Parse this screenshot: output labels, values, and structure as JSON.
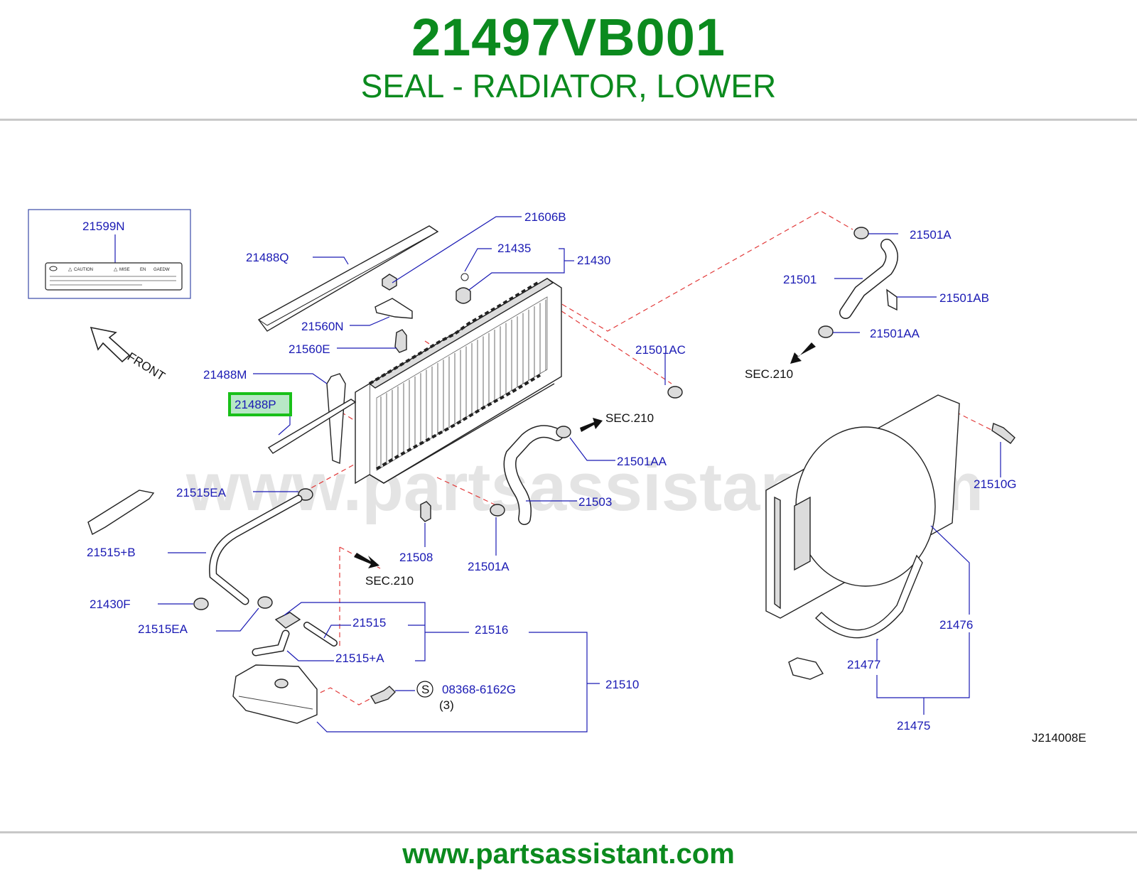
{
  "header": {
    "part_number": "21497VB001",
    "description": "SEAL - RADIATOR, LOWER"
  },
  "footer": {
    "url": "www.partsassistant.com"
  },
  "watermark": "www.partsassistant.com",
  "diagram": {
    "drawing_code": "J214008E",
    "highlighted_part": "21488P",
    "front_label": "FRONT",
    "sec_label": "SEC.210",
    "labels": {
      "p21599N": "21599N",
      "p21488Q": "21488Q",
      "p21606B": "21606B",
      "p21435": "21435",
      "p21430": "21430",
      "p21560N": "21560N",
      "p21560E": "21560E",
      "p21488M": "21488M",
      "p21488P": "21488P",
      "p21501A_top": "21501A",
      "p21501": "21501",
      "p21501AB": "21501AB",
      "p21501AA_top": "21501AA",
      "p21501AC": "21501AC",
      "p21501AA_mid": "21501AA",
      "p21515EA_top": "21515EA",
      "p21503": "21503",
      "p21510G": "21510G",
      "p21515B": "21515+B",
      "p21508": "21508",
      "p21501A_bot": "21501A",
      "p21430F": "21430F",
      "p21515": "21515",
      "p21516": "21516",
      "p21515EA_bot": "21515EA",
      "p21515A": "21515+A",
      "p21476": "21476",
      "p21477": "21477",
      "p21510": "21510",
      "p08368": "08368-6162G",
      "qty": "(3)",
      "s_mark": "S",
      "p21475": "21475"
    },
    "caution_label": {
      "caution": "CAUTION",
      "mise": "MISE",
      "en": "EN",
      "code": "GAEDW"
    },
    "colors": {
      "brand_green": "#0b8a1e",
      "label_blue": "#1a1ab4",
      "dashed_red": "#e23b3b",
      "highlight_border": "#19c019",
      "highlight_fill": "#b8e7c6"
    }
  }
}
